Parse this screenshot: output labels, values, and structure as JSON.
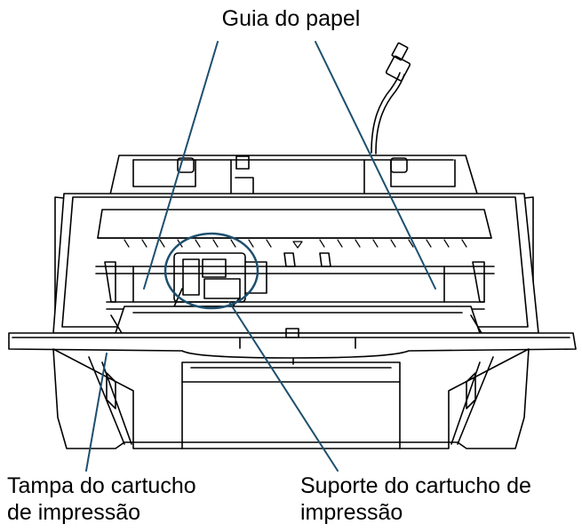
{
  "labels": {
    "paper_guide": "Guia do papel",
    "cover_line1": "Tampa do cartucho",
    "cover_line2": "de impressão",
    "holder_line1": "Suporte do cartucho de",
    "holder_line2": "impressão"
  },
  "colors": {
    "leader_line": "#1d4f6e",
    "outline": "#000000",
    "background": "#ffffff"
  },
  "icons": [
    "scanner-imprinter-illustration",
    "usb-cable-icon"
  ]
}
